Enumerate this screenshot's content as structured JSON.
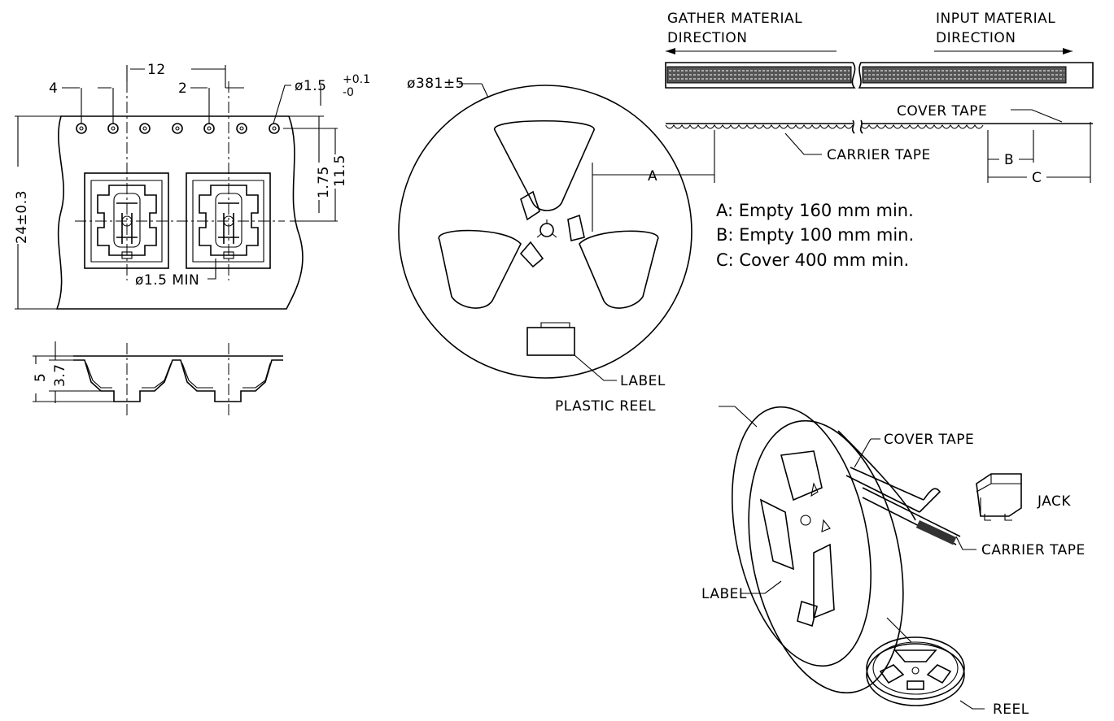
{
  "tape_view": {
    "pitch_12": "12",
    "hole_offset_4": "4",
    "pocket_offset_2": "2",
    "hole_dia": "ø1.5",
    "hole_tol_plus": "+0.1",
    "hole_tol_minus": "-0",
    "width": "24±0.3",
    "edge_1_75": "1.75",
    "center_11_5": "11.5",
    "pocket_hole": "ø1.5  MIN"
  },
  "profile_view": {
    "height_5": "5",
    "depth_3_7": "3.7"
  },
  "reel_view": {
    "diameter": "ø381±5",
    "dim_a": "A",
    "label": "LABEL"
  },
  "tape_direction": {
    "gather": [
      "GATHER MATERIAL",
      "DIRECTION"
    ],
    "input": [
      "INPUT MATERIAL",
      "DIRECTION"
    ],
    "cover_tape": "COVER TAPE",
    "carrier_tape": "CARRIER TAPE",
    "dim_b": "B",
    "dim_c": "C"
  },
  "specs": [
    "A: Empty 160 mm min.",
    "B: Empty 100 mm min.",
    "C: Cover 400 mm min."
  ],
  "iso_view": {
    "plastic_reel": "PLASTIC REEL",
    "cover_tape": "COVER TAPE",
    "jack": "JACK",
    "carrier_tape": "CARRIER TAPE",
    "label": "LABEL",
    "reel": "REEL"
  }
}
